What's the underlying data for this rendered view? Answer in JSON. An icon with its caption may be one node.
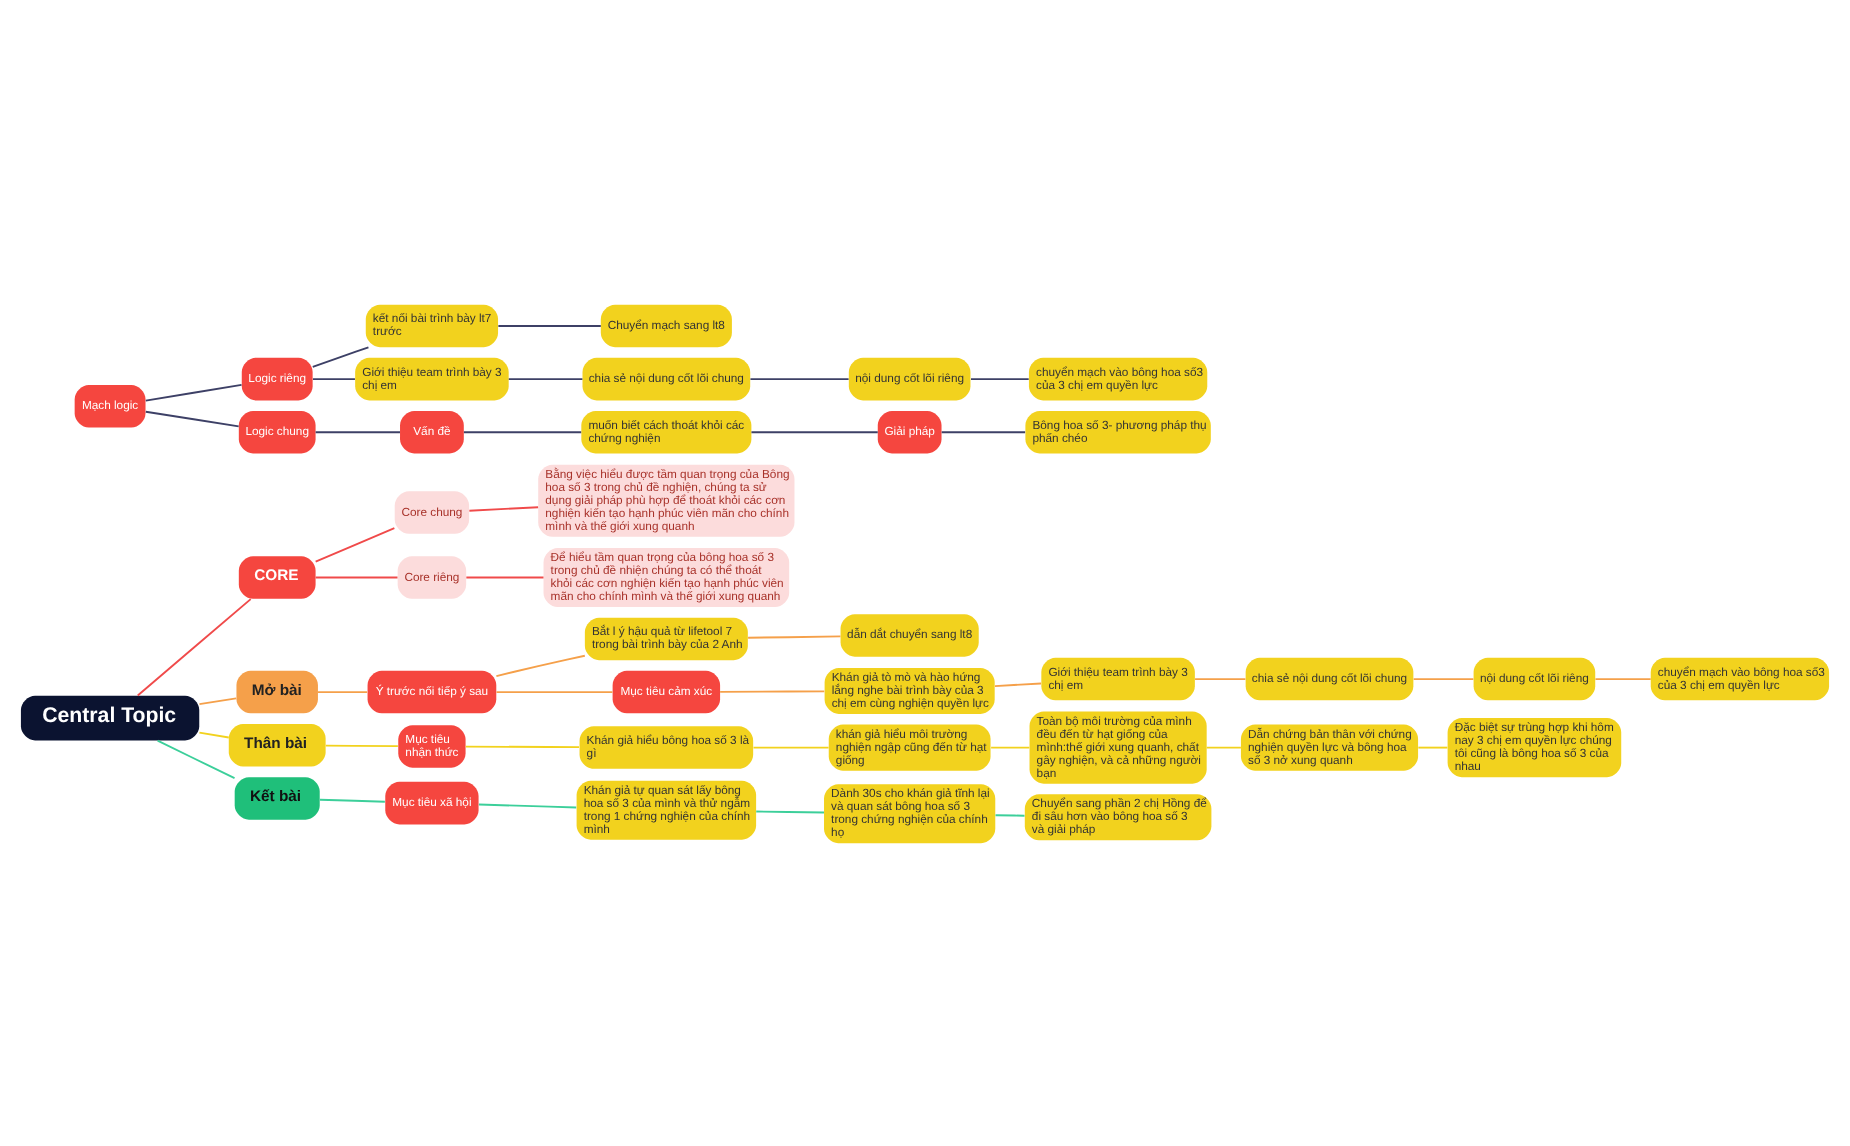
{
  "diagram": {
    "nodes": [
      {
        "text": [
          "Mạch logic"
        ]
      },
      {
        "text": [
          "Logic riêng"
        ]
      },
      {
        "text": [
          "kết nối bài trình bày lt7 trước"
        ]
      },
      {
        "text": [
          "Chuyển mạch sang lt8"
        ]
      },
      {
        "text": [
          "Giới thiệu team trình bày 3 chị em"
        ]
      },
      {
        "text": [
          "chia sẻ nội dung cốt lõi chung"
        ]
      },
      {
        "text": [
          "nội dung cốt lõi riêng"
        ]
      },
      {
        "text": [
          "chuyển mạch vào bông hoa số3 của 3 chị em quyền lực"
        ]
      },
      {
        "text": [
          "Logic chung"
        ]
      },
      {
        "text": [
          "Vấn đề"
        ]
      },
      {
        "text": [
          "muốn biết cách thoát khỏi các chứng nghiện"
        ]
      },
      {
        "text": [
          "Giải pháp"
        ]
      },
      {
        "text": [
          "Bông hoa số 3- phương pháp thụ phấn chéo"
        ]
      },
      {
        "text": [
          "Central Topic"
        ]
      },
      {
        "text": [
          "CORE"
        ]
      },
      {
        "text": [
          "Core chung"
        ]
      },
      {
        "text": [
          "Bằng việc hiểu được tầm quan trọng của Bông hoa số 3 trong chủ đề nghiện, chúng ta sử dụng giải pháp phù hợp để thoát khỏi các cơn nghiện kiến tạo hạnh phúc viên mãn cho chính mình và thế giới xung quanh"
        ]
      },
      {
        "text": [
          "Core riêng"
        ]
      },
      {
        "text": [
          "Để hiểu tầm quan trọng của bông hoa số 3 trong chủ đề nhiện chúng ta có thể thoát khỏi các cơn nghiện kiến tạo hạnh phúc viên mãn cho chính mình và thế giới xung quanh"
        ]
      },
      {
        "text": [
          "Mở bài"
        ]
      },
      {
        "text": [
          "Ý trước nối tiếp ý sau"
        ]
      },
      {
        "text": [
          "Bắt l ý hậu quả từ lifetool 7 trong bài trình bày của 2 Anh"
        ]
      },
      {
        "text": [
          "dẫn dắt chuyển sang lt8"
        ]
      },
      {
        "text": [
          "Mục tiêu cảm xúc"
        ]
      },
      {
        "text": [
          "Khán giả tò mò và hào hứng lắng nghe bài trình bày của 3 chị em cùng nghiện quyền lực"
        ]
      },
      {
        "text": [
          "Giới thiệu team trình bày 3 chị em"
        ]
      },
      {
        "text": [
          "chia sẻ nội dung cốt lõi chung"
        ]
      },
      {
        "text": [
          "nội dung cốt lõi riêng"
        ]
      },
      {
        "text": [
          "chuyển mạch vào bông hoa số3 của 3 chị em quyền lực"
        ]
      },
      {
        "text": [
          "Thân bài"
        ]
      },
      {
        "text": [
          "Mục tiêu nhận thức"
        ]
      },
      {
        "text": [
          "Khán giả hiểu bông hoa số 3 là gì"
        ]
      },
      {
        "text": [
          "khán giả hiểu môi trường nghiện ngập cũng đến từ hạt giống"
        ]
      },
      {
        "text": [
          "Toàn bộ môi trường của mình đều đến từ hạt giống của mình:thế giới xung quanh, chất gây nghiện, và cả những người bạn"
        ]
      },
      {
        "text": [
          "Dẫn chứng bản thân với chứng nghiện quyền lực và bông hoa số 3 nở xung quanh"
        ]
      },
      {
        "text": [
          "Đặc biệt sự trùng hợp khi hôm nay 3 chị em quyền lực chúng tôi cũng là bông hoa số 3 của nhau"
        ]
      },
      {
        "text": [
          "Kết bài"
        ]
      },
      {
        "text": [
          "Mục tiêu xã hội"
        ]
      },
      {
        "text": [
          "Khán giả tự quan sát lấy bông hoa số 3 của mình và thử ngẫm trong 1 chứng nghiện của chính mình"
        ]
      },
      {
        "text": [
          "Dành 30s cho khán giả tĩnh lại và quan sát bông hoa số 3 trong chứng nghiện của chính họ"
        ]
      },
      {
        "text": [
          "Chuyển sang phần 2 chị Hồng để đi sâu hơn vào bông hoa số 3 và giải pháp"
        ]
      }
    ],
    "edges": [
      {
        "from": 0,
        "to": 1,
        "arrow": "none"
      },
      {
        "from": 1,
        "to": 2,
        "arrow": "none"
      },
      {
        "from": 2,
        "to": 3,
        "arrow": "none"
      },
      {
        "from": 1,
        "to": 4,
        "arrow": "none"
      },
      {
        "from": 4,
        "to": 5,
        "arrow": "none"
      },
      {
        "from": 5,
        "to": 6,
        "arrow": "none"
      },
      {
        "from": 6,
        "to": 7,
        "arrow": "none"
      },
      {
        "from": 0,
        "to": 8,
        "arrow": "none"
      },
      {
        "from": 8,
        "to": 9,
        "arrow": "none"
      },
      {
        "from": 9,
        "to": 10,
        "arrow": "none"
      },
      {
        "from": 10,
        "to": 11,
        "arrow": "none"
      },
      {
        "from": 11,
        "to": 12,
        "arrow": "none"
      },
      {
        "from": 13,
        "to": 14,
        "arrow": "none",
        "color": "#f04a4a"
      },
      {
        "from": 14,
        "to": 15,
        "arrow": "none",
        "color": "#f04a4a"
      },
      {
        "from": 15,
        "to": 16,
        "arrow": "none",
        "color": "#f04a4a"
      },
      {
        "from": 14,
        "to": 17,
        "arrow": "none",
        "color": "#f04a4a"
      },
      {
        "from": 17,
        "to": 18,
        "arrow": "none",
        "color": "#f04a4a"
      },
      {
        "from": 13,
        "to": 19,
        "arrow": "none",
        "color": "#f5a04a"
      },
      {
        "from": 19,
        "to": 20,
        "arrow": "none",
        "color": "#f5a04a"
      },
      {
        "from": 20,
        "to": 21,
        "arrow": "none",
        "color": "#f5a04a"
      },
      {
        "from": 21,
        "to": 22,
        "arrow": "none",
        "color": "#f5a04a"
      },
      {
        "from": 20,
        "to": 23,
        "arrow": "none",
        "color": "#f5a04a"
      },
      {
        "from": 23,
        "to": 24,
        "arrow": "none",
        "color": "#f5a04a"
      },
      {
        "from": 24,
        "to": 25,
        "arrow": "none",
        "color": "#f5a04a"
      },
      {
        "from": 25,
        "to": 26,
        "arrow": "none",
        "color": "#f5a04a"
      },
      {
        "from": 26,
        "to": 27,
        "arrow": "none",
        "color": "#f5a04a"
      },
      {
        "from": 27,
        "to": 28,
        "arrow": "none",
        "color": "#f5a04a"
      },
      {
        "from": 13,
        "to": 29,
        "arrow": "none",
        "color": "#f2d21e"
      },
      {
        "from": 29,
        "to": 30,
        "arrow": "none",
        "color": "#f2d21e"
      },
      {
        "from": 30,
        "to": 31,
        "arrow": "none",
        "color": "#f2d21e"
      },
      {
        "from": 31,
        "to": 32,
        "arrow": "none",
        "color": "#f2d21e"
      },
      {
        "from": 32,
        "to": 33,
        "arrow": "none",
        "color": "#f2d21e"
      },
      {
        "from": 33,
        "to": 34,
        "arrow": "none",
        "color": "#f2d21e"
      },
      {
        "from": 34,
        "to": 35,
        "arrow": "none",
        "color": "#f2d21e"
      },
      {
        "from": 13,
        "to": 36,
        "arrow": "none",
        "color": "#3ccf9a"
      },
      {
        "from": 36,
        "to": 37,
        "arrow": "none",
        "color": "#3ccf9a"
      },
      {
        "from": 37,
        "to": 38,
        "arrow": "none",
        "color": "#3ccf9a"
      },
      {
        "from": 38,
        "to": 39,
        "arrow": "none",
        "color": "#3ccf9a"
      },
      {
        "from": 39,
        "to": 40,
        "arrow": "none",
        "color": "#3ccf9a"
      }
    ]
  }
}
